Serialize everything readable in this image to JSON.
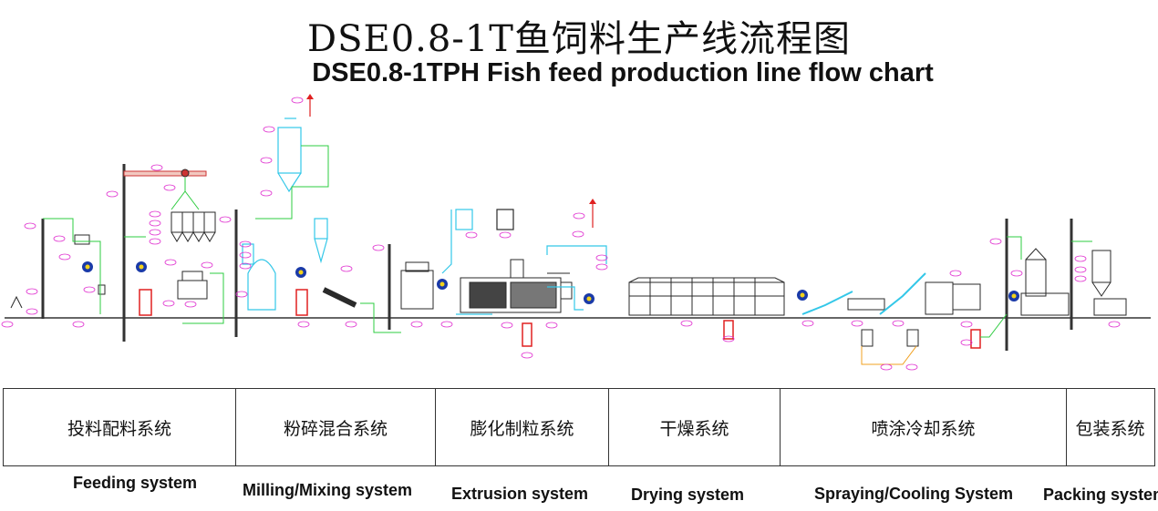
{
  "title_cn": "DSE0.8-1T鱼饲料生产线流程图",
  "title_en": "DSE0.8-1TPH Fish feed production line flow chart",
  "systems": [
    {
      "cn": "投料配料系统",
      "en": "Feeding system"
    },
    {
      "cn": "粉碎混合系统",
      "en": "Milling/Mixing system"
    },
    {
      "cn": "膨化制粒系统",
      "en": "Extrusion system"
    },
    {
      "cn": "干燥系统",
      "en": "Drying system"
    },
    {
      "cn": "喷涂冷却系统",
      "en": "Spraying/Cooling System"
    },
    {
      "cn": "包装系统",
      "en": "Packing system"
    }
  ],
  "colors": {
    "equipment": "#2a2a2a",
    "pipe_green": "#2ecc40",
    "duct_cyan": "#33c7e8",
    "tag_magenta": "#e033d0",
    "exhaust_red": "#e02020",
    "cabinet_red": "#e02020",
    "badge_blue": "#1a3aa8",
    "badge_yellow": "#f2d21a",
    "spray_orange": "#f0a020"
  }
}
